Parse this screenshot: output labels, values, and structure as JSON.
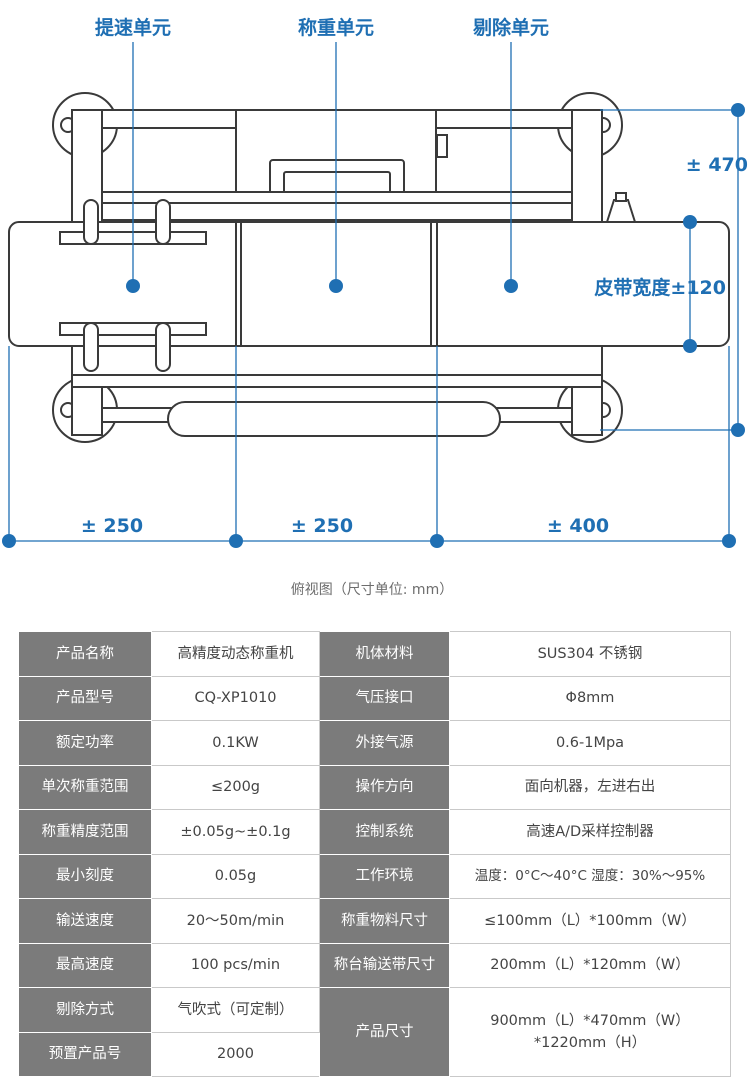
{
  "diagram": {
    "callouts": [
      "提速单元",
      "称重单元",
      "剔除单元"
    ],
    "dim_height": "± 470",
    "dim_belt": "皮带宽度±120",
    "dim_widths": [
      "± 250",
      "± 250",
      "± 400"
    ],
    "caption": "俯视图（尺寸单位: mm）",
    "accent_color": "#1f6fb3"
  },
  "spec": {
    "rows": [
      {
        "l1": "产品名称",
        "v1": "高精度动态称重机",
        "l2": "机体材料",
        "v2": "SUS304 不锈钢"
      },
      {
        "l1": "产品型号",
        "v1": "CQ-XP1010",
        "l2": "气压接口",
        "v2": "Φ8mm"
      },
      {
        "l1": "额定功率",
        "v1": "0.1KW",
        "l2": "外接气源",
        "v2": "0.6-1Mpa"
      },
      {
        "l1": "单次称重范围",
        "v1": "≤200g",
        "l2": "操作方向",
        "v2": "面向机器，左进右出"
      },
      {
        "l1": "称重精度范围",
        "v1": "±0.05g~±0.1g",
        "l2": "控制系统",
        "v2": "高速A/D采样控制器"
      },
      {
        "l1": "最小刻度",
        "v1": "0.05g",
        "l2": "工作环境",
        "v2": "温度：0°C～40°C  湿度：30%～95%"
      },
      {
        "l1": "输送速度",
        "v1": "20～50m/min",
        "l2": "称重物料尺寸",
        "v2": "≤100mm（L）*100mm（W）"
      },
      {
        "l1": "最高速度",
        "v1": "100  pcs/min",
        "l2": "称台输送带尺寸",
        "v2": "200mm（L）*120mm（W）"
      },
      {
        "l1": "剔除方式",
        "v1": "气吹式（可定制）",
        "l2": "产品尺寸",
        "v2": "900mm（L）*470mm（W）*1220mm（H）"
      },
      {
        "l1": "预置产品号",
        "v1": "2000"
      }
    ]
  }
}
